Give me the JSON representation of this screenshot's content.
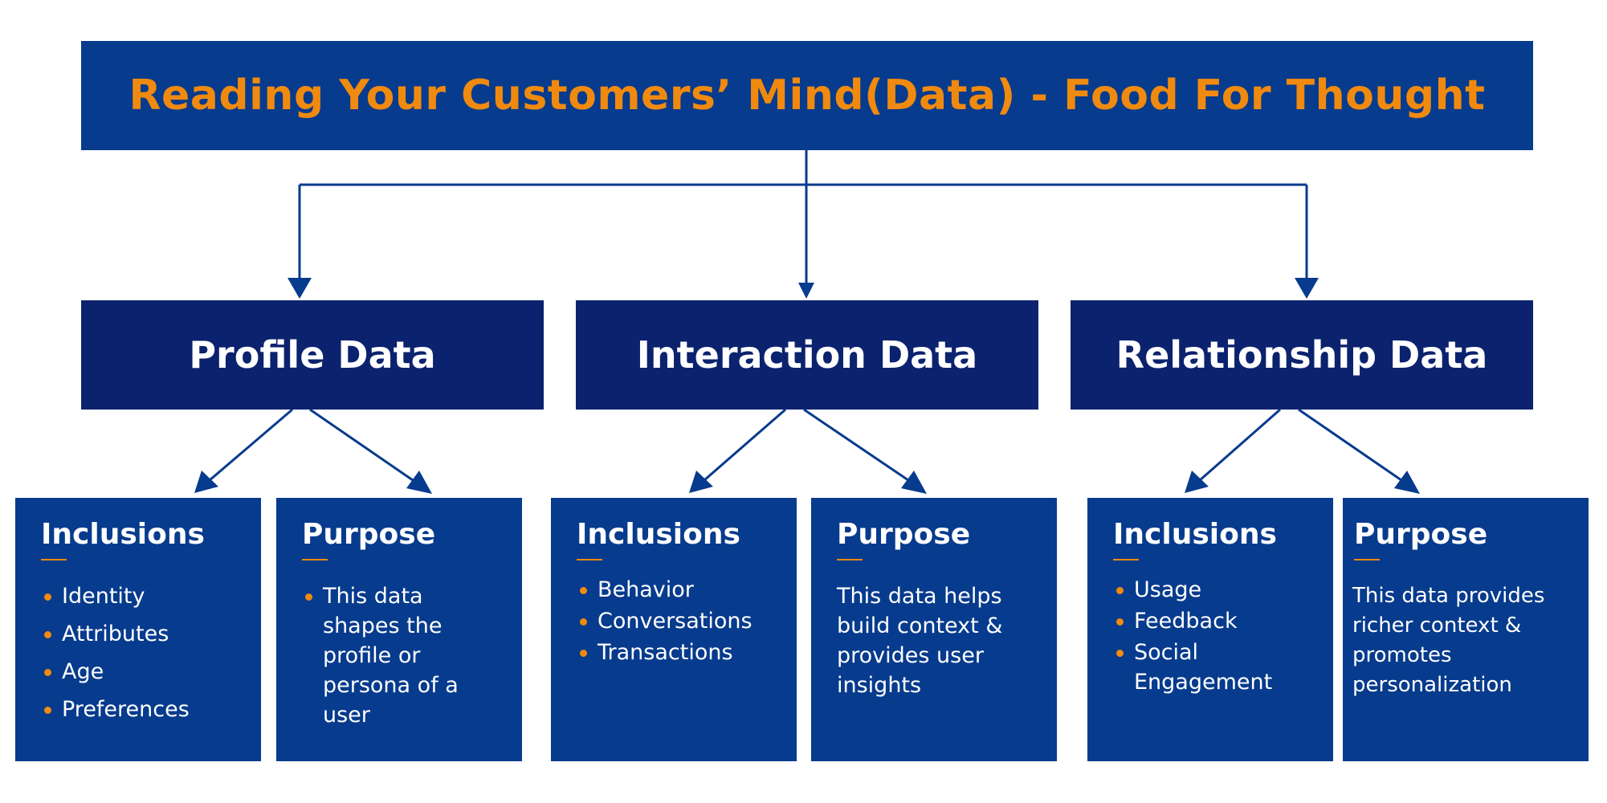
{
  "title": "Reading Your Customers’ Mind(Data) - Food For Thought",
  "colors": {
    "primary": "#073b8d",
    "dark": "#0b226e",
    "accent": "#f08a0f",
    "text": "#ffffff"
  },
  "categories": [
    {
      "name": "Profile Data",
      "inclusions": {
        "heading": "Inclusions",
        "items": [
          "Identity",
          "Attributes",
          "Age",
          "Preferences"
        ]
      },
      "purpose": {
        "heading": "Purpose",
        "text": "This data shapes the profile or persona of a user"
      }
    },
    {
      "name": "Interaction Data",
      "inclusions": {
        "heading": "Inclusions",
        "items": [
          "Behavior",
          "Conversations",
          "Transactions"
        ]
      },
      "purpose": {
        "heading": "Purpose",
        "text": "This data helps build context & provides user insights"
      }
    },
    {
      "name": "Relationship Data",
      "inclusions": {
        "heading": "Inclusions",
        "items": [
          "Usage",
          "Feedback",
          "Social Engagement"
        ]
      },
      "purpose": {
        "heading": "Purpose",
        "text": "This data provides richer context & promotes personalization"
      }
    }
  ]
}
